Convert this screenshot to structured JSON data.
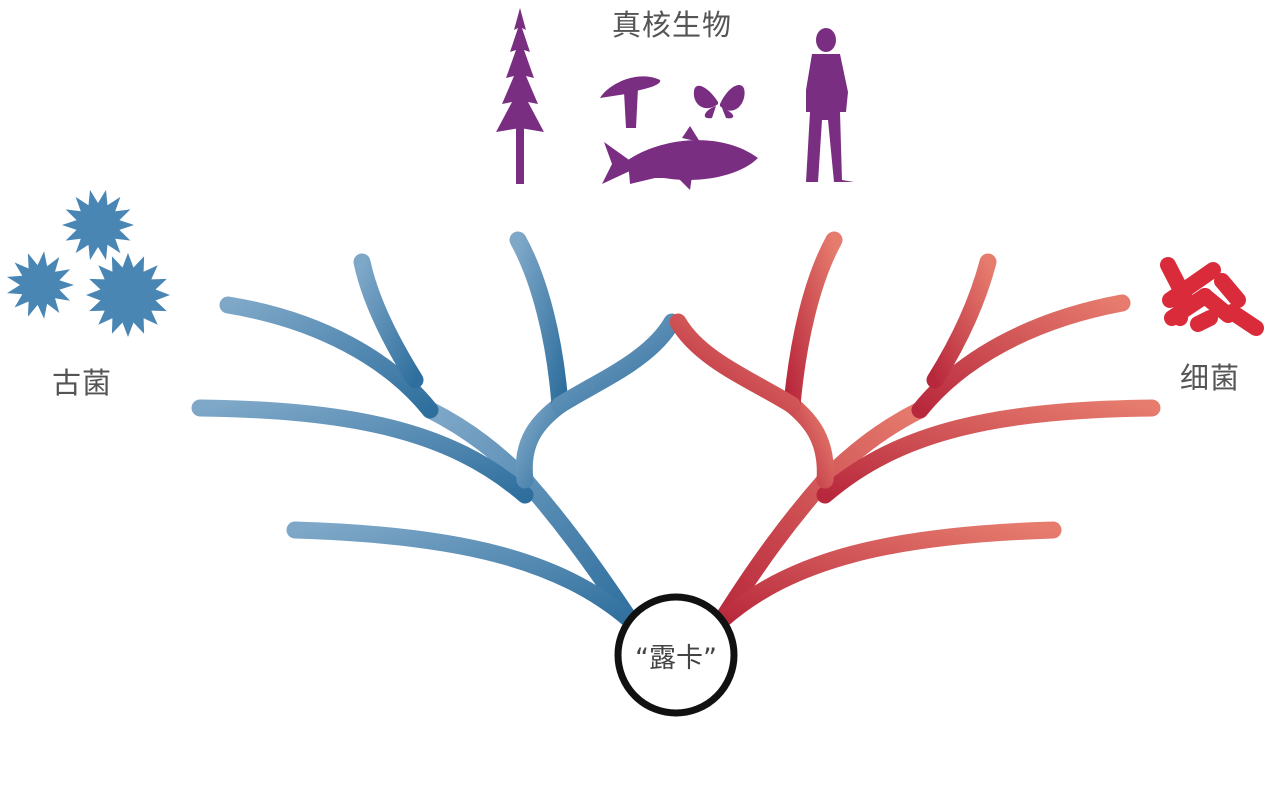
{
  "labels": {
    "eukaryotes": "真核生物",
    "archaea": "古菌",
    "bacteria": "细菌",
    "luca": "“露卡”"
  },
  "colors": {
    "archaea": "#4a86b4",
    "bacteria": "#cc3344",
    "eukaryotes": "#7a2e82",
    "luca_ring": "#111111",
    "label_text": "#555555"
  },
  "icons": {
    "archaea": "spiky-cell-icon",
    "bacteria": "rod-bacteria-icon",
    "eukaryotes": [
      "tree-icon",
      "mushroom-icon",
      "butterfly-icon",
      "fish-icon",
      "human-icon"
    ]
  }
}
